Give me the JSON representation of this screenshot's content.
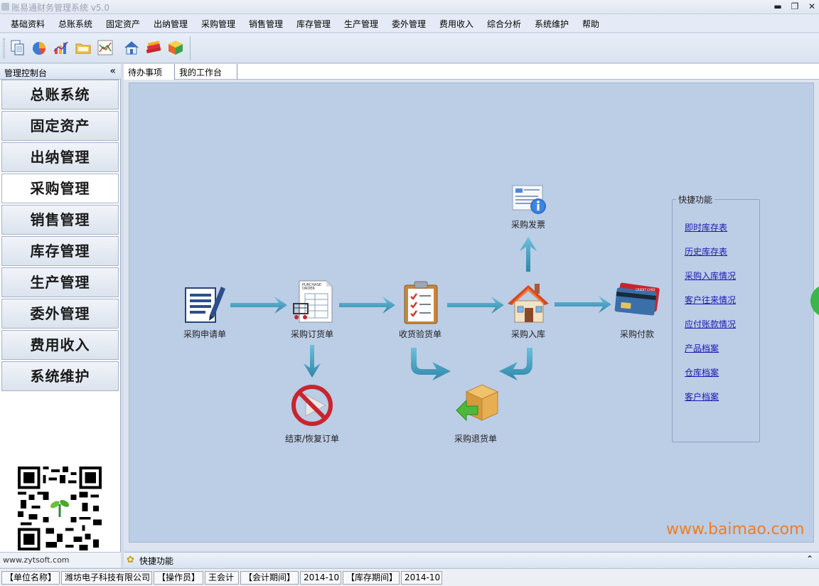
{
  "window": {
    "title": "账易通财务管理系统 v5.0",
    "controls": {
      "minimize": "▬",
      "restore": "❐",
      "close": "✕"
    }
  },
  "menu": [
    "基础资料",
    "总账系统",
    "固定资产",
    "出纳管理",
    "采购管理",
    "销售管理",
    "库存管理",
    "生产管理",
    "委外管理",
    "费用收入",
    "综合分析",
    "系统维护",
    "帮助"
  ],
  "toolbar": {
    "icons": [
      "copy-icon",
      "pie-chart-icon",
      "line-chart-icon",
      "folder-icon",
      "trend-chart-icon",
      "home-icon",
      "books-icon",
      "cube-icon"
    ]
  },
  "sidebar": {
    "title": "管理控制台",
    "collapse": "«",
    "items": [
      "总账系统",
      "固定资产",
      "出纳管理",
      "采购管理",
      "销售管理",
      "库存管理",
      "生产管理",
      "委外管理",
      "费用收入",
      "系统维护"
    ],
    "active_index": 3,
    "footer_url": "www.zytsoft.com"
  },
  "tabs": [
    "待办事项",
    "我的工作台"
  ],
  "flow": {
    "nodes": {
      "purchase_request": "采购申请单",
      "purchase_order": "采购订货单",
      "receipt_inspection": "收货验货单",
      "purchase_inbound": "采购入库",
      "purchase_payment": "采购付款",
      "purchase_invoice": "采购发票",
      "close_reopen_order": "结束/恢复订单",
      "purchase_return": "采购退货单"
    },
    "order_icon_text": "PURCHASE ORDER",
    "card_icon_text": "CREDIT CARD"
  },
  "quick_functions": {
    "title": "快捷功能",
    "links": [
      "即时库存表",
      "历史库存表",
      "采购入库情况",
      "客户往来情况",
      "应付账款情况",
      "产品档案",
      "仓库档案",
      "客户档案"
    ]
  },
  "bottom_bar": {
    "title": "快捷功能",
    "expand": "⌃"
  },
  "status": {
    "company_label": "【单位名称】",
    "company_value": "潍坊电子科技有限公司",
    "operator_label": "【操作员】",
    "operator_value": "王会计",
    "period_label": "【会计期间】",
    "period_value": "2014-10",
    "inventory_label": "【库存期间】",
    "inventory_value": "2014-10"
  },
  "watermark": "www.baimao.com",
  "colors": {
    "canvas_bg": "#bccde6",
    "arrow": "#4aa3c2",
    "link": "#1a1ab0",
    "watermark": "#f07d1e"
  }
}
